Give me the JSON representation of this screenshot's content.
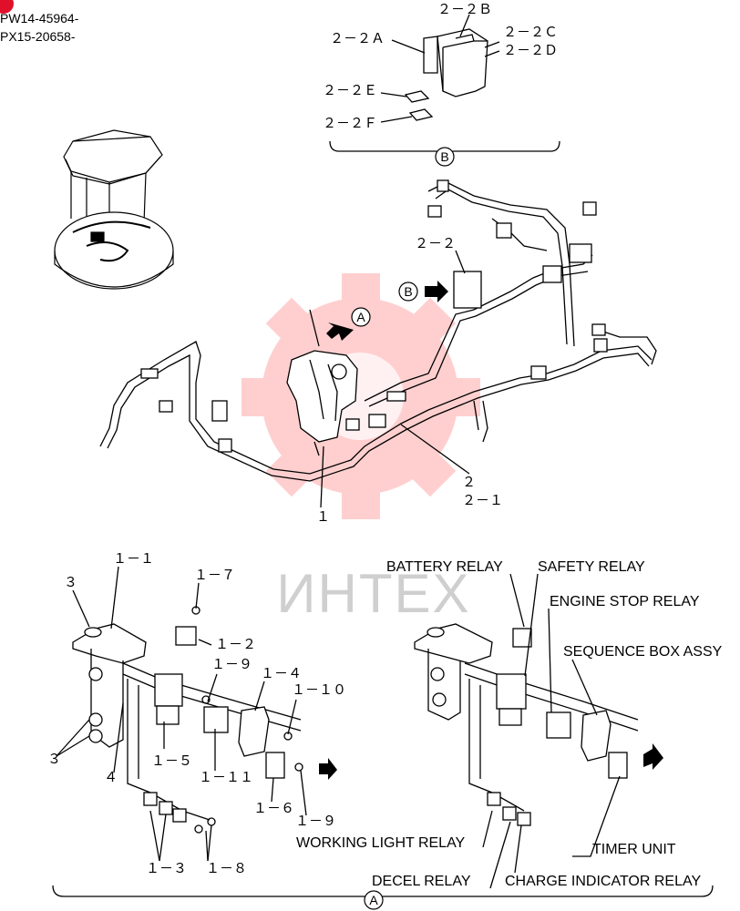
{
  "header": {
    "serials": [
      "PW14-45964-",
      "PX15-20658-"
    ]
  },
  "watermark": {
    "text": "ИНТЕХ",
    "color": "#ff6b6b"
  },
  "view_b": {
    "labels": [
      "２－２Ｂ",
      "２－２Ａ",
      "２－２Ｃ",
      "２－２Ｄ",
      "２－２Ｅ",
      "２－２Ｆ"
    ],
    "marker": "B"
  },
  "harness": {
    "labels": [
      "２－２",
      "２",
      "２－１",
      "１"
    ],
    "marker_a": "A",
    "marker_b": "B"
  },
  "view_a_left": {
    "labels": [
      "１－１",
      "３",
      "１－７",
      "１－２",
      "１－９",
      "１－４",
      "１－１０",
      "３",
      "４",
      "１－５",
      "１－１１",
      "１－６",
      "１－９",
      "１－３",
      "１－８"
    ]
  },
  "view_a_right": {
    "labels": [
      "BATTERY RELAY",
      "SAFETY RELAY",
      "ENGINE STOP RELAY",
      "SEQUENCE BOX ASSY",
      "WORKING LIGHT RELAY",
      "TIMER UNIT",
      "DECEL RELAY",
      "CHARGE INDICATOR RELAY"
    ]
  },
  "footer": {
    "marker": "A"
  }
}
